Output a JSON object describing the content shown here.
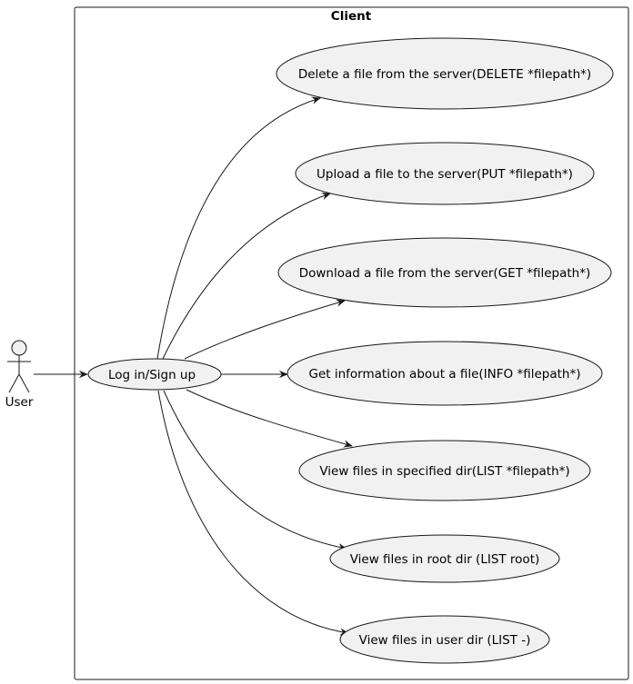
{
  "diagram": {
    "system_boundary": {
      "title": "Client"
    },
    "actor": {
      "name": "User"
    },
    "use_cases": {
      "login": "Log in/Sign up",
      "delete": "Delete a file from the server(DELETE *filepath*)",
      "upload": "Upload a file to the server(PUT *filepath*)",
      "download": "Download a file from the server(GET *filepath*)",
      "info": "Get information about a file(INFO *filepath*)",
      "list_dir": "View files in specified dir(LIST *filepath*)",
      "list_root": "View files in root dir (LIST root)",
      "list_user": "View files in user dir (LIST -)"
    },
    "relations": [
      {
        "from": "actor",
        "to": "login"
      },
      {
        "from": "login",
        "to": "delete"
      },
      {
        "from": "login",
        "to": "upload"
      },
      {
        "from": "login",
        "to": "download"
      },
      {
        "from": "login",
        "to": "info"
      },
      {
        "from": "login",
        "to": "list_dir"
      },
      {
        "from": "login",
        "to": "list_root"
      },
      {
        "from": "login",
        "to": "list_user"
      }
    ],
    "colors": {
      "use_case_fill": "#f1f1f1",
      "stroke": "#181818",
      "background": "#ffffff"
    }
  }
}
